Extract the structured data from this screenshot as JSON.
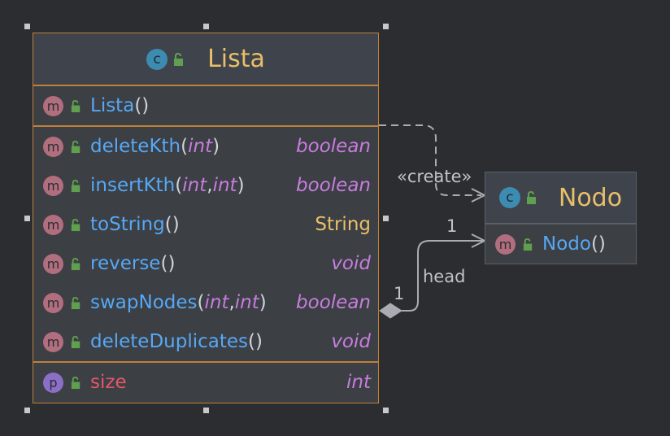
{
  "lista": {
    "name": "Lista",
    "class_badge": "c",
    "constructor": {
      "badge": "m",
      "name": "Lista"
    },
    "methods": [
      {
        "badge": "m",
        "name": "deleteKth",
        "params": [
          "int"
        ],
        "returns": "boolean"
      },
      {
        "badge": "m",
        "name": "insertKth",
        "params": [
          "int",
          "int"
        ],
        "returns": "boolean"
      },
      {
        "badge": "m",
        "name": "toString",
        "params": [],
        "returns": "String"
      },
      {
        "badge": "m",
        "name": "reverse",
        "params": [],
        "returns": "void"
      },
      {
        "badge": "m",
        "name": "swapNodes",
        "params": [
          "int",
          "int"
        ],
        "returns": "boolean"
      },
      {
        "badge": "m",
        "name": "deleteDuplicates",
        "params": [],
        "returns": "void"
      }
    ],
    "field": {
      "badge": "p",
      "name": "size",
      "type": "int"
    }
  },
  "nodo": {
    "name": "Nodo",
    "class_badge": "c",
    "constructor": {
      "badge": "m",
      "name": "Nodo"
    }
  },
  "relations": {
    "create_label": "«create»",
    "assoc_label": "head",
    "mult_source": "1",
    "mult_target": "1"
  },
  "colors": {
    "background": "#2b2d30",
    "lista_border": "#c0803a",
    "class_title": "#e8bf6a",
    "method_name": "#56a8f5",
    "type_keyword": "#c77dde",
    "field_name": "#e25769",
    "access_icon": "#5fa04e"
  }
}
